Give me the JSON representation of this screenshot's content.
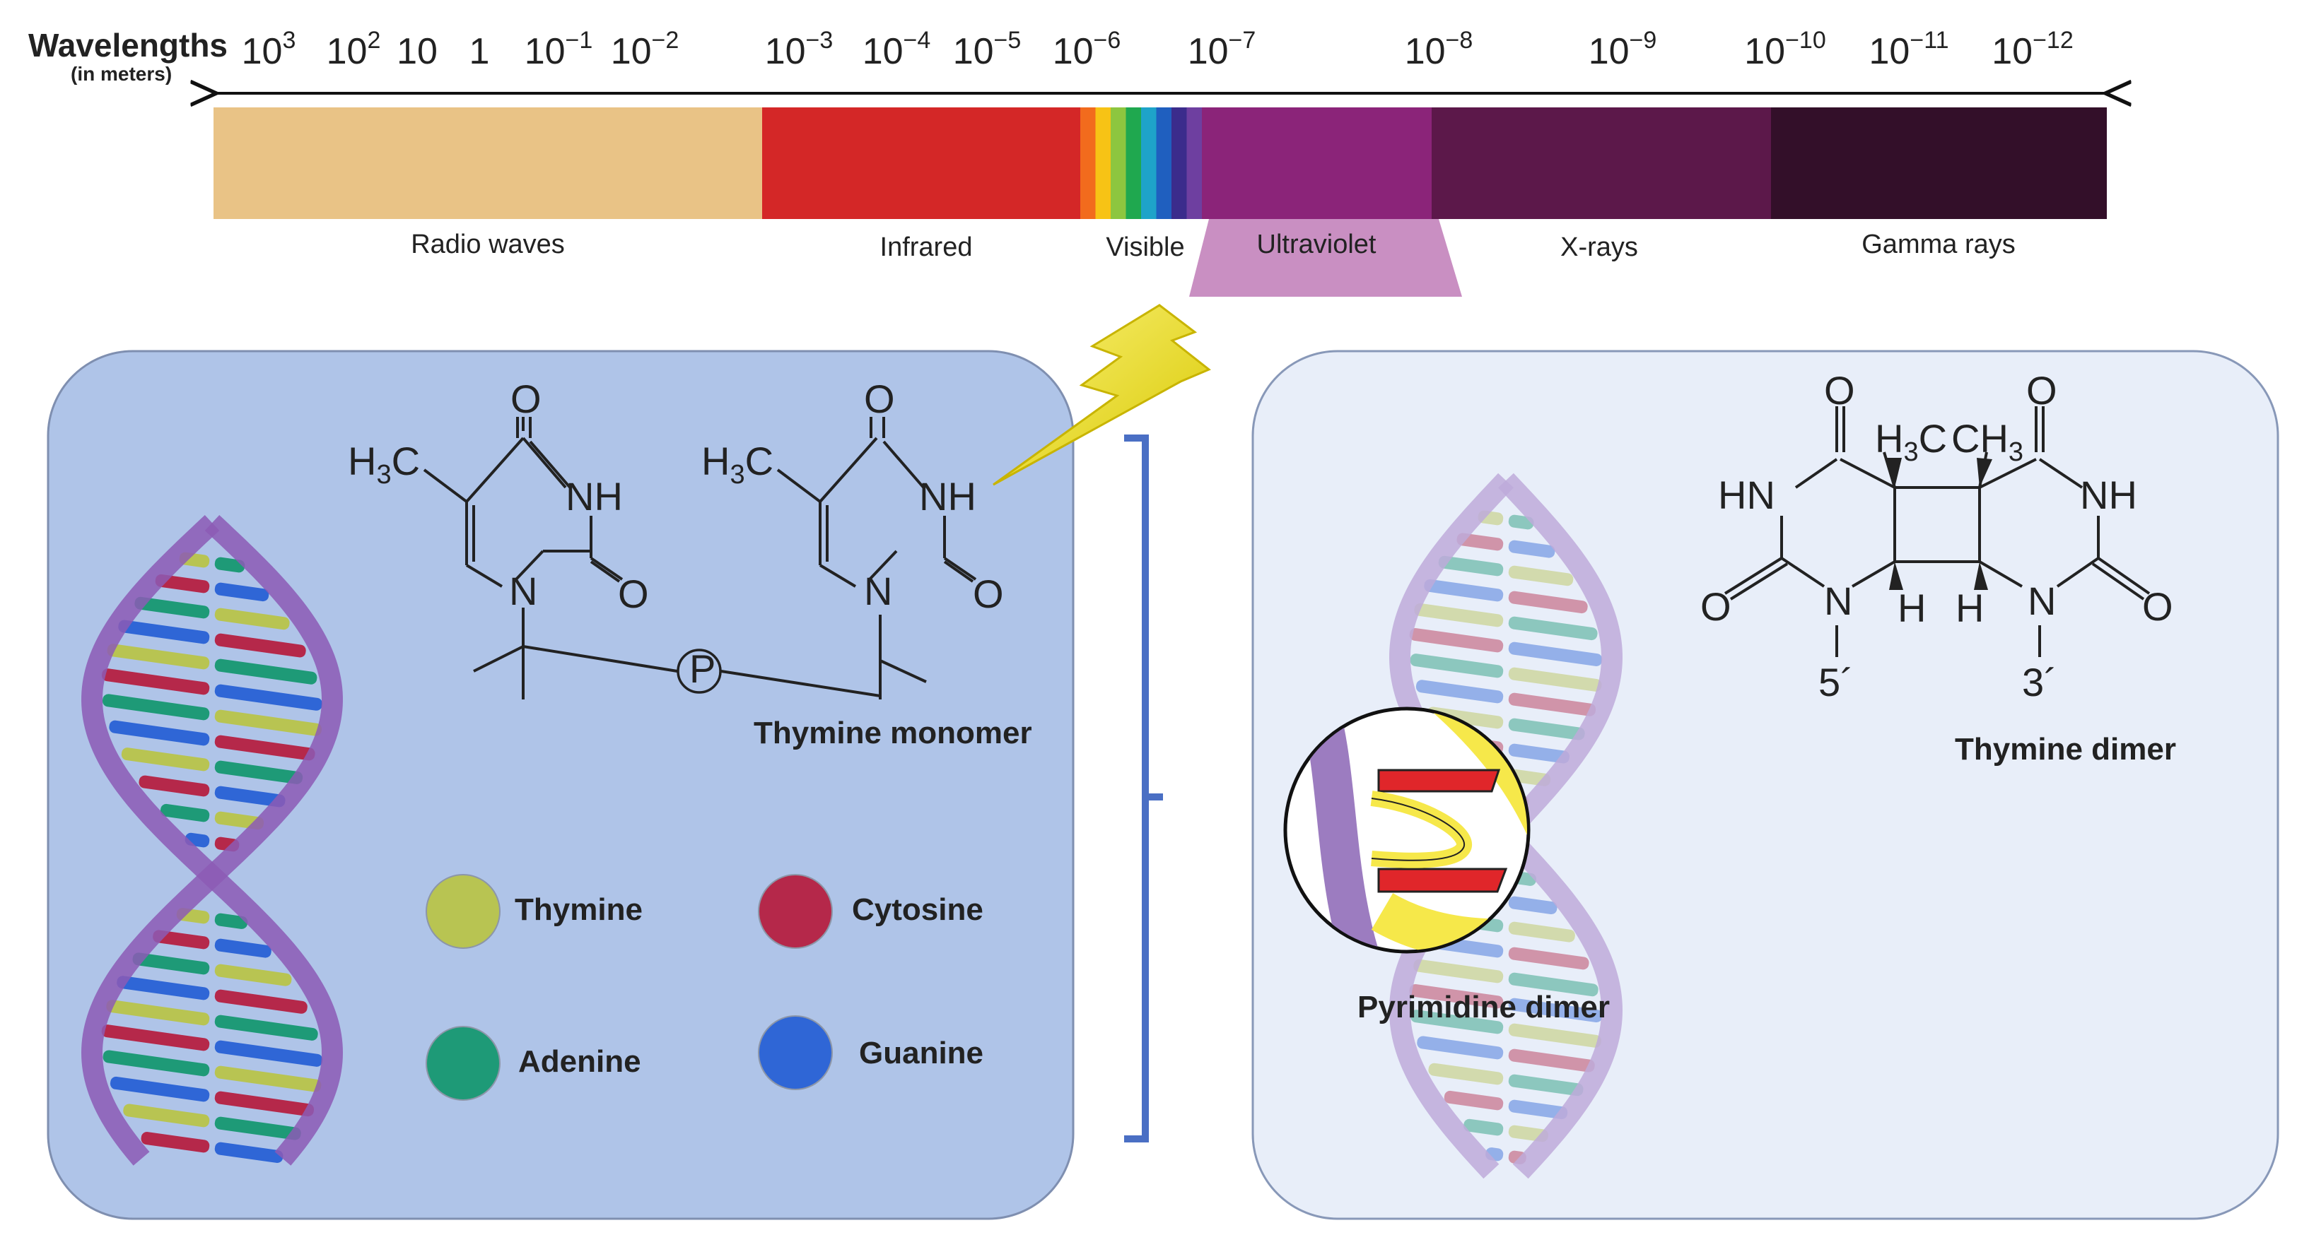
{
  "wavelength_scale": {
    "title": "Wavelengths",
    "subtitle": "(in meters)",
    "ticks": [
      {
        "base": "10",
        "exp": "3"
      },
      {
        "base": "10",
        "exp": "2"
      },
      {
        "base": "10",
        "exp": ""
      },
      {
        "base": "1",
        "exp": ""
      },
      {
        "base": "10",
        "exp": "−1"
      },
      {
        "base": "10",
        "exp": "−2"
      },
      {
        "base": "10",
        "exp": "−3"
      },
      {
        "base": "10",
        "exp": "−4"
      },
      {
        "base": "10",
        "exp": "−5"
      },
      {
        "base": "10",
        "exp": "−6"
      },
      {
        "base": "10",
        "exp": "−7"
      },
      {
        "base": "10",
        "exp": "−8"
      },
      {
        "base": "10",
        "exp": "−9"
      },
      {
        "base": "10",
        "exp": "−10"
      },
      {
        "base": "10",
        "exp": "−11"
      },
      {
        "base": "10",
        "exp": "−12"
      }
    ]
  },
  "spectrum": {
    "bands": [
      {
        "label": "Radio waves",
        "color": "#E9C386"
      },
      {
        "label": "Infrared",
        "color": "#D42727"
      },
      {
        "label": "Visible",
        "color": "#6E3FA0"
      },
      {
        "label": "Ultraviolet",
        "color": "#8B2479"
      },
      {
        "label": "X-rays",
        "color": "#5C184A"
      },
      {
        "label": "Gamma rays",
        "color": "#330F29"
      }
    ],
    "visible_colors": [
      "#F26B1D",
      "#F7C315",
      "#8DC63F",
      "#1FA84F",
      "#1EA3C9",
      "#1F5FBF",
      "#3B2C8C",
      "#6E3FA0"
    ],
    "uv_highlight_color": "#C98FC2"
  },
  "left_panel": {
    "fill": "#AFC4E8",
    "monomer": {
      "methyl_left": {
        "main": "H",
        "sub": "3",
        "tail": "C"
      },
      "methyl_right": {
        "main": "H",
        "sub": "3",
        "tail": "C"
      },
      "oxygen": "O",
      "nh": "NH",
      "nitrogen": "N",
      "phosphate": "P",
      "label": "Thymine monomer"
    },
    "legend": [
      {
        "label": "Thymine",
        "color": "#B8C452"
      },
      {
        "label": "Cytosine",
        "color": "#B5284A"
      },
      {
        "label": "Adenine",
        "color": "#1E9A77"
      },
      {
        "label": "Guanine",
        "color": "#2F66D6"
      }
    ]
  },
  "right_panel": {
    "fill": "#E8EEF9",
    "dimer": {
      "methyl_left": {
        "main": "H",
        "sub": "3",
        "tail": "C"
      },
      "methyl_right": {
        "main": "CH",
        "sub": "3"
      },
      "oxygen": "O",
      "hn": "HN",
      "nh": "NH",
      "nitrogen": "N",
      "hydrogen": "H",
      "five_prime": "5´",
      "three_prime": "3´",
      "label": "Thymine dimer"
    },
    "pyrimidine_label": "Pyrimidine dimer"
  },
  "colors": {
    "bracket": "#4A6FC4",
    "lightning": "#F2E61C",
    "helix_strand": "#8C5BB5"
  }
}
